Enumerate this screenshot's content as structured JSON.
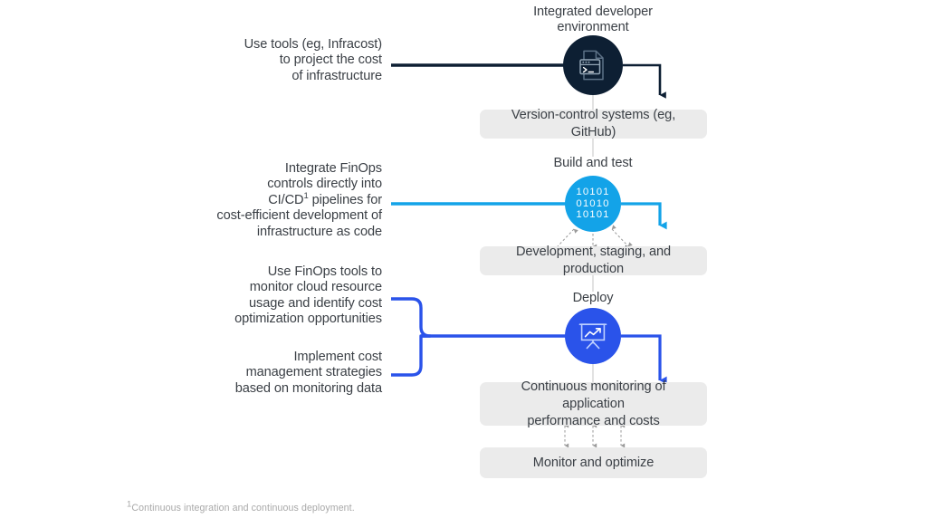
{
  "theme": {
    "background": "#ffffff",
    "navy": "#0d1f33",
    "light_blue": "#13a3e8",
    "royal_blue": "#2a53ea",
    "box_bg": "#ebebeb",
    "text": "#3a3f45",
    "connector_gray": "#c9c9c9",
    "footnote_gray": "#a8a8a8"
  },
  "annotations": [
    {
      "id": "ide-annotation",
      "lines": [
        "Use tools (eg, Infracost)",
        "to project the cost",
        "of infrastructure"
      ],
      "text": "Use tools (eg, Infracost) to project the cost of infrastructure",
      "connector_color": "#0d1f33"
    },
    {
      "id": "cicd-annotation",
      "lines": [
        "Integrate FinOps",
        "controls directly into",
        "CI/CD¹ pipelines for",
        "cost-efficient development of",
        "infrastructure as code"
      ],
      "text": "Integrate FinOps controls directly into CI/CD¹ pipelines for cost-efficient development of infrastructure as code",
      "footnote_marker": "1",
      "connector_color": "#13a3e8"
    },
    {
      "id": "monitor-annotation",
      "lines": [
        "Use FinOps tools to",
        "monitor cloud resource",
        "usage and identify cost",
        "optimization opportunities"
      ],
      "text": "Use FinOps tools to monitor cloud resource usage and identify cost optimization opportunities",
      "connector_color": "#2a53ea"
    },
    {
      "id": "cost-management-annotation",
      "lines": [
        "Implement cost",
        "management strategies",
        "based on monitoring data"
      ],
      "text": "Implement cost management strategies based on monitoring data",
      "connector_color": "#2a53ea"
    }
  ],
  "nodes": [
    {
      "id": "ide",
      "title_lines": [
        "Integrated developer",
        "environment"
      ],
      "title": "Integrated developer environment",
      "icon": "file-terminal-icon",
      "color": "#0d1f33"
    },
    {
      "id": "build",
      "title_lines": [
        "Build and test"
      ],
      "title": "Build and test",
      "icon": "binary-code-icon",
      "color": "#13a3e8",
      "binary_rows": [
        "10101",
        "01010",
        "10101"
      ]
    },
    {
      "id": "deploy",
      "title_lines": [
        "Deploy"
      ],
      "title": "Deploy",
      "icon": "presentation-chart-icon",
      "color": "#2a53ea"
    }
  ],
  "stage_boxes": [
    {
      "id": "version-control",
      "lines": [
        "Version-control systems (eg, GitHub)"
      ],
      "text": "Version-control systems (eg, GitHub)"
    },
    {
      "id": "environments",
      "lines": [
        "Development, staging, and production"
      ],
      "text": "Development, staging, and production"
    },
    {
      "id": "continuous-monitoring",
      "lines": [
        "Continuous monitoring of application",
        "performance and costs"
      ],
      "text": "Continuous monitoring of application performance and costs"
    },
    {
      "id": "monitor-optimize",
      "lines": [
        "Monitor and optimize"
      ],
      "text": "Monitor and optimize"
    }
  ],
  "footnote": {
    "marker": "1",
    "text": "Continuous integration and continuous deployment."
  }
}
